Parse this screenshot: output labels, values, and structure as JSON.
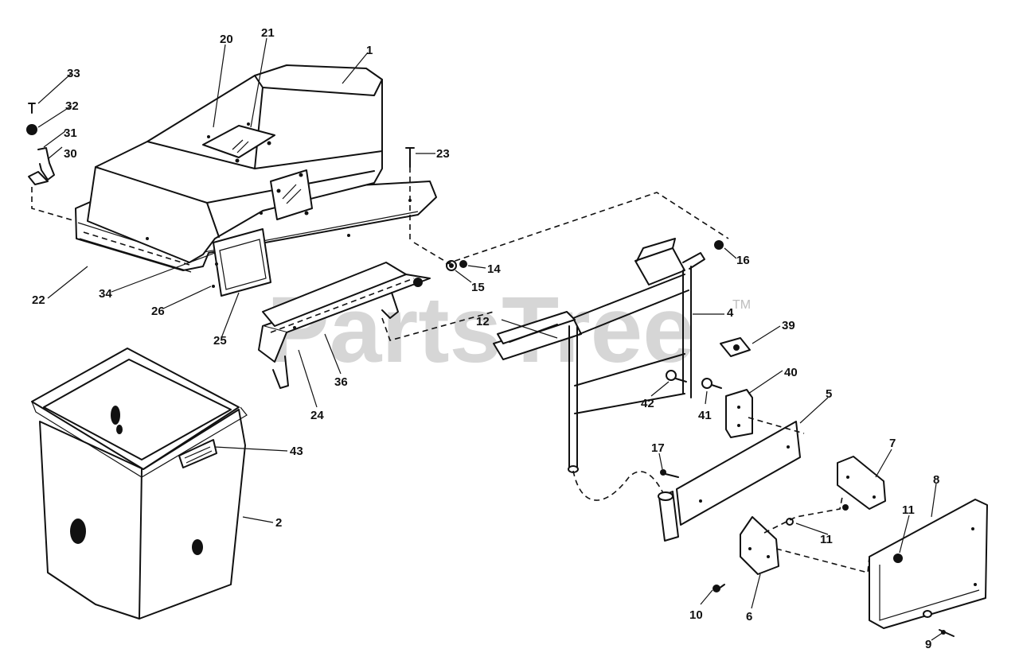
{
  "watermark": {
    "text": "PartsTree",
    "trademark": "TM"
  },
  "callouts": [
    {
      "id": "c1",
      "label": "1"
    },
    {
      "id": "c2",
      "label": "2"
    },
    {
      "id": "c4",
      "label": "4"
    },
    {
      "id": "c5",
      "label": "5"
    },
    {
      "id": "c6",
      "label": "6"
    },
    {
      "id": "c7",
      "label": "7"
    },
    {
      "id": "c8",
      "label": "8"
    },
    {
      "id": "c9",
      "label": "9"
    },
    {
      "id": "c10",
      "label": "10"
    },
    {
      "id": "c11a",
      "label": "11"
    },
    {
      "id": "c11b",
      "label": "11"
    },
    {
      "id": "c12",
      "label": "12"
    },
    {
      "id": "c14",
      "label": "14"
    },
    {
      "id": "c15",
      "label": "15"
    },
    {
      "id": "c16",
      "label": "16"
    },
    {
      "id": "c17",
      "label": "17"
    },
    {
      "id": "c20",
      "label": "20"
    },
    {
      "id": "c21",
      "label": "21"
    },
    {
      "id": "c22",
      "label": "22"
    },
    {
      "id": "c23",
      "label": "23"
    },
    {
      "id": "c24",
      "label": "24"
    },
    {
      "id": "c25",
      "label": "25"
    },
    {
      "id": "c26",
      "label": "26"
    },
    {
      "id": "c30",
      "label": "30"
    },
    {
      "id": "c31",
      "label": "31"
    },
    {
      "id": "c32",
      "label": "32"
    },
    {
      "id": "c33",
      "label": "33"
    },
    {
      "id": "c34",
      "label": "34"
    },
    {
      "id": "c36",
      "label": "36"
    },
    {
      "id": "c39",
      "label": "39"
    },
    {
      "id": "c40",
      "label": "40"
    },
    {
      "id": "c41",
      "label": "41"
    },
    {
      "id": "c42",
      "label": "42"
    },
    {
      "id": "c43",
      "label": "43"
    }
  ]
}
